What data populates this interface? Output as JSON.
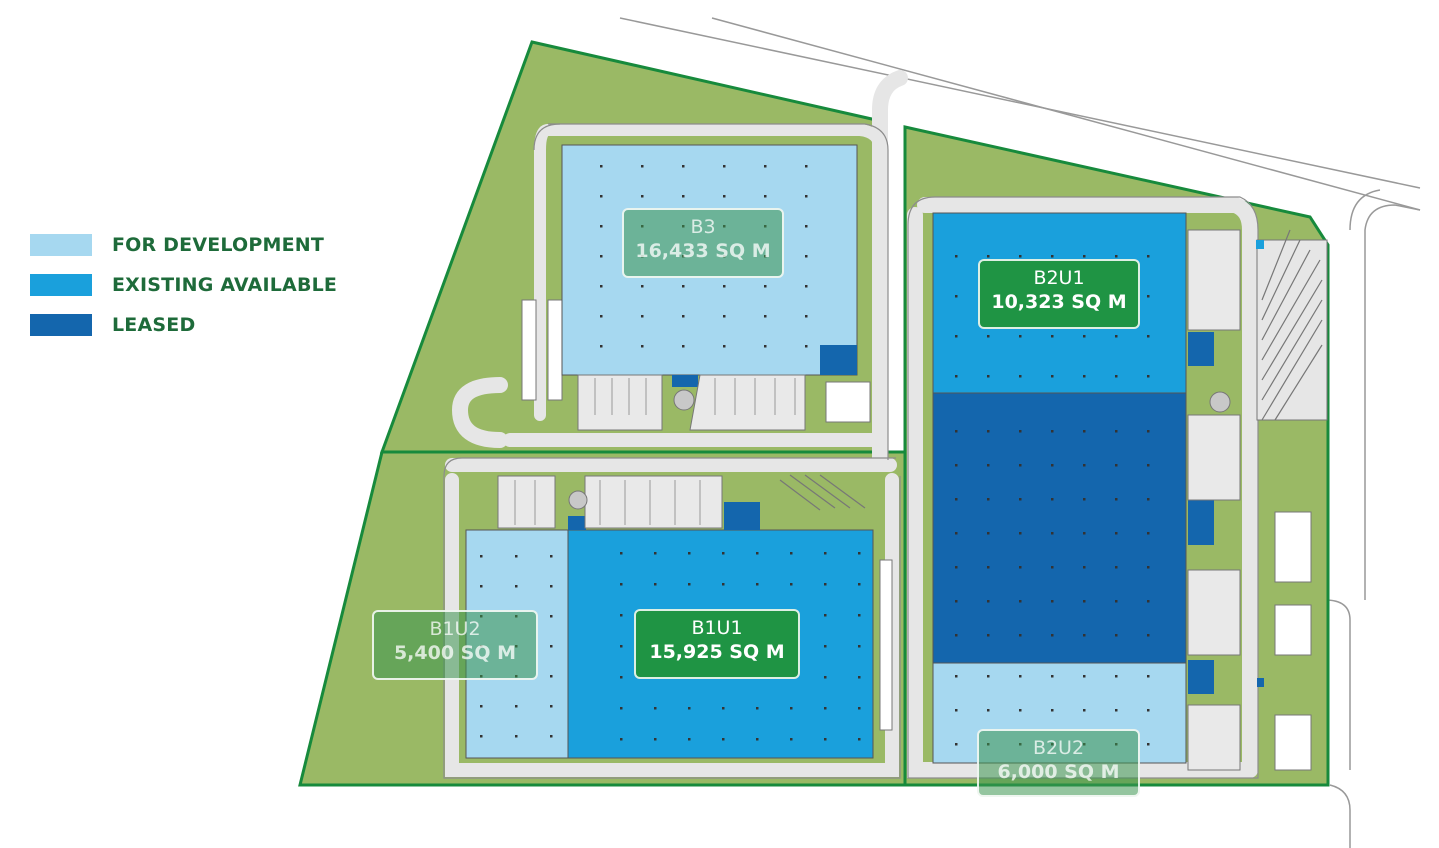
{
  "legend": {
    "items": [
      {
        "label": "FOR DEVELOPMENT",
        "color": "#a6d8f0"
      },
      {
        "label": "EXISTING AVAILABLE",
        "color": "#1aa0dc"
      },
      {
        "label": "LEASED",
        "color": "#1466ad"
      }
    ]
  },
  "units": {
    "b3": {
      "name": "B3",
      "area": "16,433 SQ M",
      "status": "for development"
    },
    "b2u1": {
      "name": "B2U1",
      "area": "10,323 SQ M",
      "status": "existing available"
    },
    "b1u2": {
      "name": "B1U2",
      "area": "5,400 SQ M",
      "status": "for development"
    },
    "b1u1": {
      "name": "B1U1",
      "area": "15,925 SQ M",
      "status": "existing available"
    },
    "b2u2": {
      "name": "B2U2",
      "area": "6,000 SQ M",
      "status": "for development"
    }
  },
  "colors": {
    "grass": "#9ab965",
    "boundary": "#178a3c",
    "road": "#e6e6e6",
    "road_edge": "#8c8c8c",
    "for_development": "#a6d8f0",
    "existing_available": "#1aa0dc",
    "leased": "#1466ad",
    "label_solid": "#1f9444"
  }
}
